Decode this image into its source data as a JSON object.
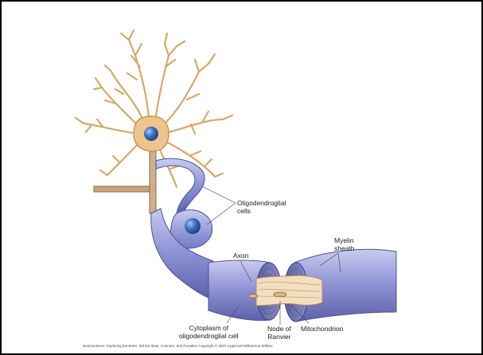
{
  "labels": {
    "oligodendroglial_cells": [
      "Oligodendroglial",
      "cells"
    ],
    "myelin_sheath": [
      "Myelin",
      "sheath"
    ],
    "axon": "Axon",
    "cytoplasm": [
      "Cytoplasm of",
      "oligodendroglial cell"
    ],
    "node_of_ranvier": [
      "Node of",
      "Ranvier"
    ],
    "mitochondrion": "Mitochondrion"
  },
  "credit": "Neuroscience: Exploring the Brain, 3rd Ed, Bear, Connors, and Paradiso Copyright © 2007 Lippincott Williams & Wilkins",
  "colors": {
    "neuron": "#efc48a",
    "neuron_outline": "#c08a4a",
    "nucleus": "#2d5fb0",
    "myelin": "#8e92d4",
    "myelin_dark": "#5a5fa8",
    "axon_core": "#f2dfbe",
    "label_line": "#444444"
  }
}
